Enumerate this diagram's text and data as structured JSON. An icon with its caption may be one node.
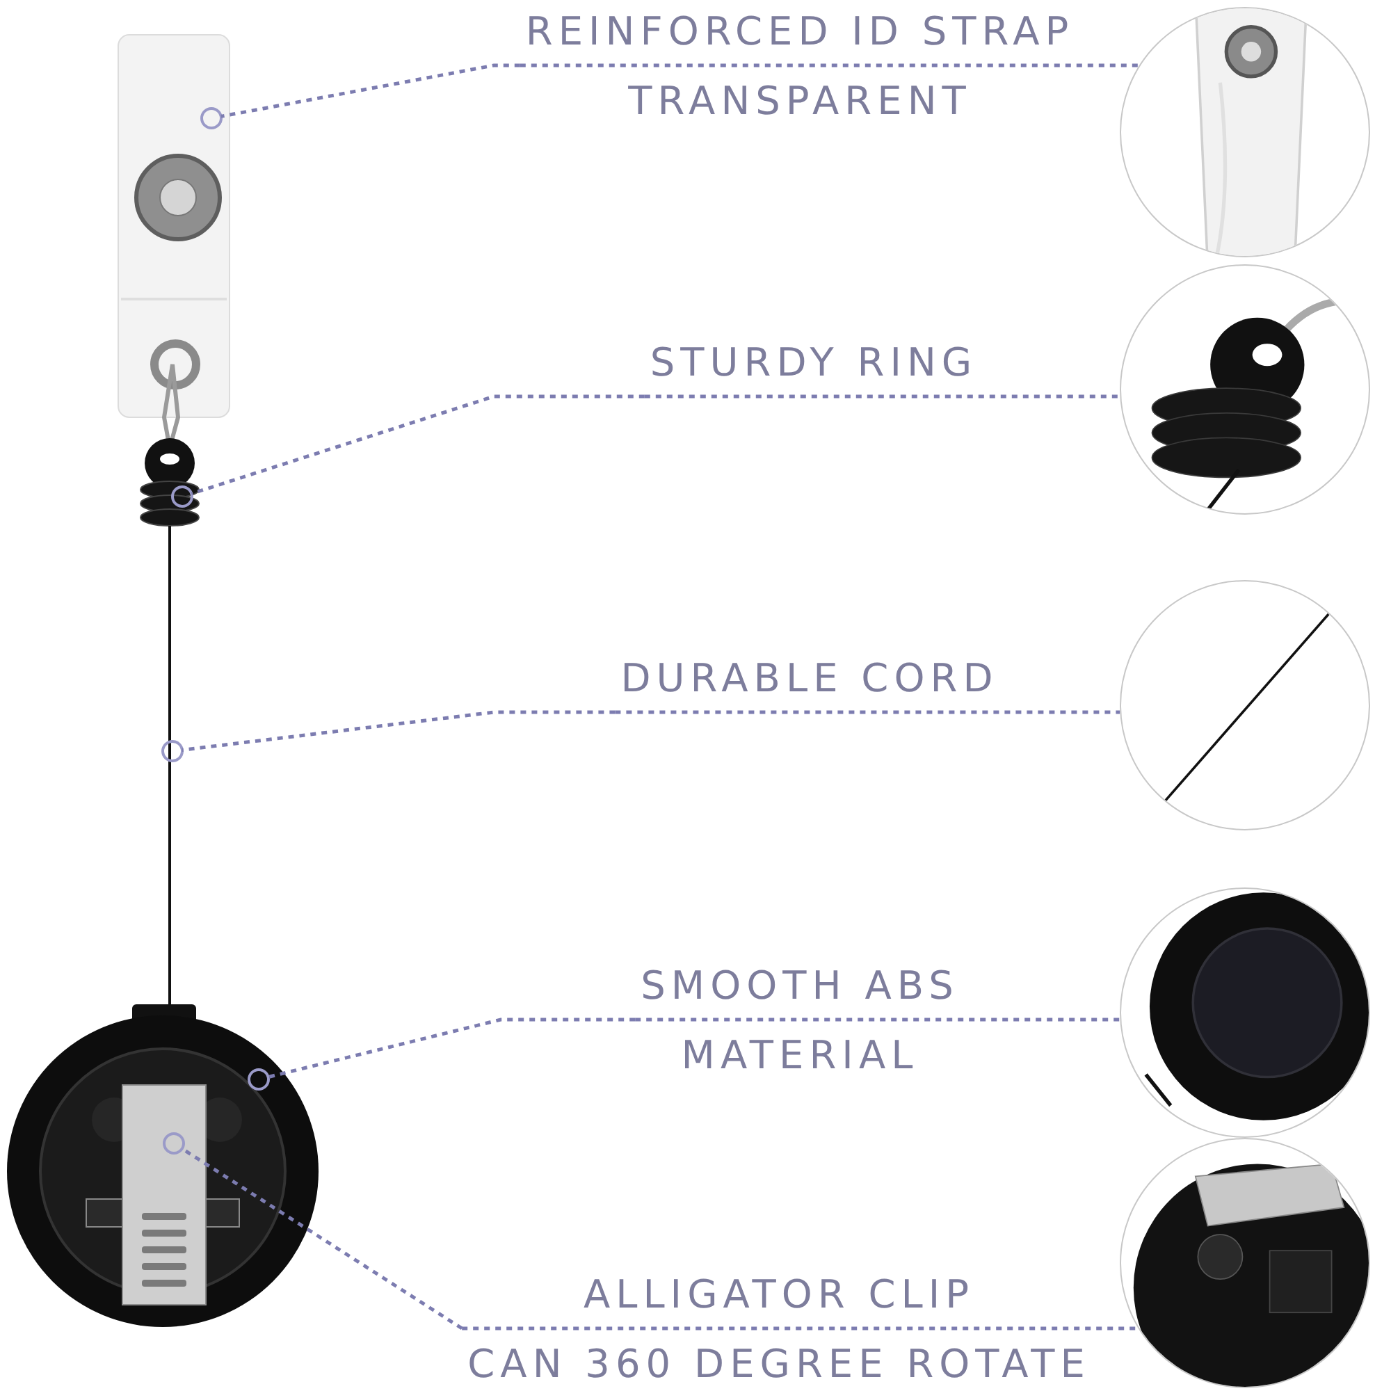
{
  "diagram": {
    "nodes": [
      {
        "text": [
          "REINFORCED ID STRAP",
          "TRANSPARENT"
        ]
      },
      {
        "text": [],
        "shape": "circle"
      },
      {
        "text": [],
        "shape": "picture"
      },
      {
        "text": [
          "STURDY RING"
        ]
      },
      {
        "text": [],
        "shape": "circle"
      },
      {
        "text": [],
        "shape": "picture"
      },
      {
        "text": [
          "DURABLE CORD"
        ]
      },
      {
        "text": [],
        "shape": "circle"
      },
      {
        "text": [],
        "shape": "picture"
      },
      {
        "text": [
          "SMOOTH ABS",
          "MATERIAL"
        ]
      },
      {
        "text": [],
        "shape": "circle"
      },
      {
        "text": [],
        "shape": "picture"
      },
      {
        "text": [
          "ALLIGATOR CLIP",
          "CAN 360 DEGREE ROTATE"
        ]
      },
      {
        "text": [],
        "shape": "circle"
      },
      {
        "text": [],
        "shape": "picture"
      }
    ],
    "edges": [
      {
        "from": 0,
        "to": 1,
        "arrow": "none"
      },
      {
        "from": 0,
        "to": 2,
        "arrow": "none"
      },
      {
        "from": 3,
        "to": 4,
        "arrow": "none"
      },
      {
        "from": 3,
        "to": 5,
        "arrow": "none"
      },
      {
        "from": 6,
        "to": 7,
        "arrow": "none"
      },
      {
        "from": 6,
        "to": 8,
        "arrow": "none"
      },
      {
        "from": 9,
        "to": 10,
        "arrow": "none"
      },
      {
        "from": 9,
        "to": 11,
        "arrow": "none"
      },
      {
        "from": 12,
        "to": 13,
        "arrow": "none"
      },
      {
        "from": 12,
        "to": 14,
        "arrow": "none"
      }
    ]
  }
}
